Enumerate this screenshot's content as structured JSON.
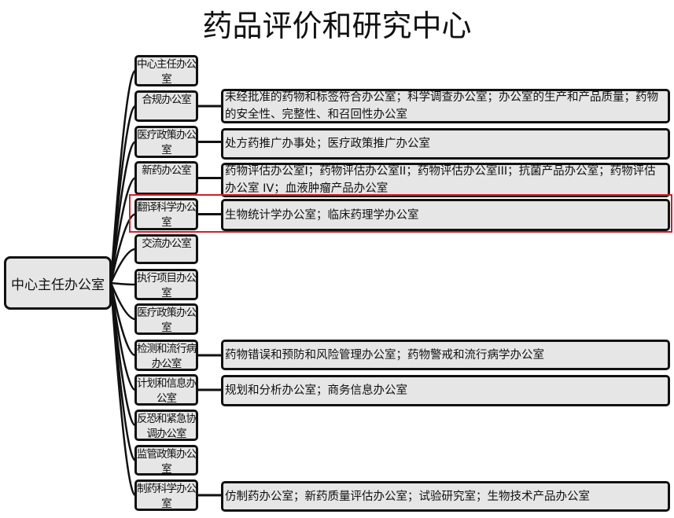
{
  "title": "药品评价和研究中心",
  "root": "中心主任办公室",
  "branches": [
    {
      "label": "中心主任办公室",
      "children": ""
    },
    {
      "label": "合规办公室",
      "children": "未经批准的药物和标签符合办公室；科学调查办公室；办公室的生产和产品质量；药物的安全性、完整性、和召回性办公室"
    },
    {
      "label": "医疗政策办公室",
      "children": "处方药推广办事处；医疗政策推广办公室"
    },
    {
      "label": "新药办公室",
      "children": "药物评估办公室I；药物评估办公室II；药物评估办公室III；抗菌产品办公室；药物评估办公室 IV；血液肿瘤产品办公室"
    },
    {
      "label": "翻译科学办公室",
      "children": "生物统计学办公室；临床药理学办公室"
    },
    {
      "label": "交流办公室",
      "children": ""
    },
    {
      "label": "执行项目办公室",
      "children": ""
    },
    {
      "label": "医疗政策办公室",
      "children": ""
    },
    {
      "label": "检测和流行病办公室",
      "children": "药物错误和预防和风险管理办公室；药物警戒和流行病学办公室"
    },
    {
      "label": "计划和信息办公室",
      "children": "规划和分析办公室；商务信息办公室"
    },
    {
      "label": "反恐和紧急协调办公室",
      "children": ""
    },
    {
      "label": "监管政策办公室",
      "children": ""
    },
    {
      "label": "制药科学办公室",
      "children": "仿制药办公室；新药质量评估办公室；试验研究室；生物技术产品办公室"
    }
  ],
  "highlight_color": "#d0202a"
}
